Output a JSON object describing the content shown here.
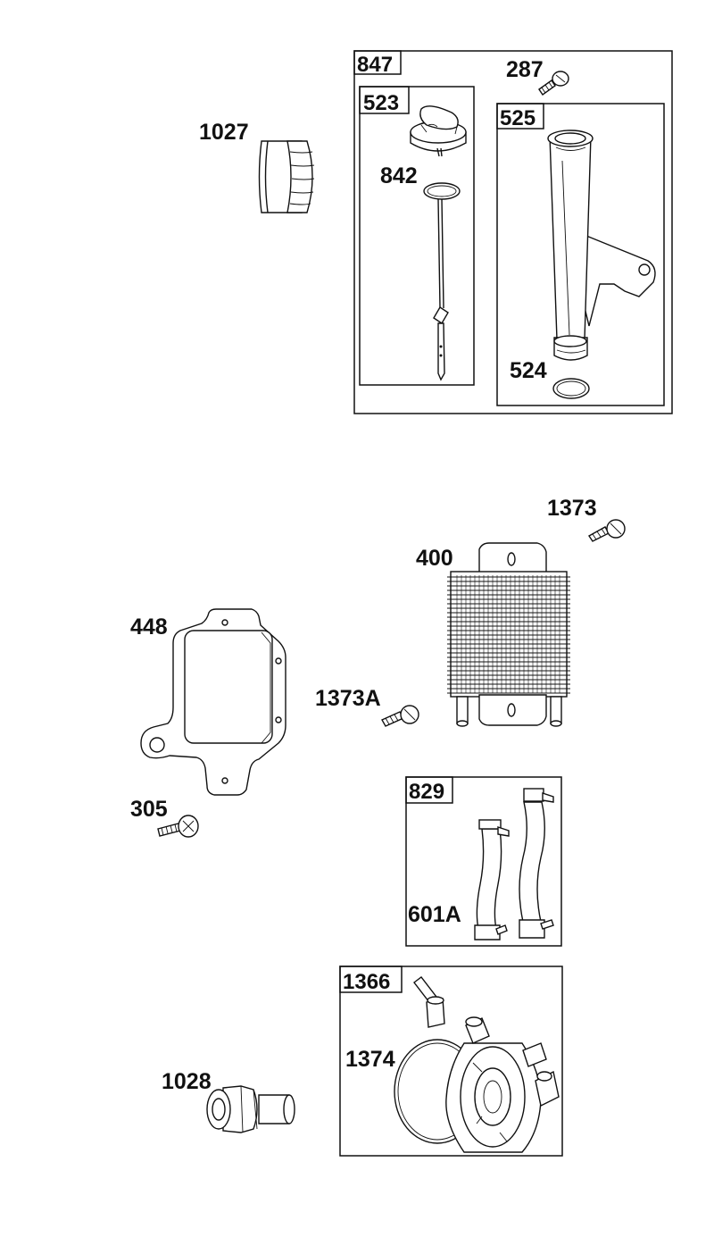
{
  "parts": {
    "p1027": "1027",
    "p847": "847",
    "p287": "287",
    "p523": "523",
    "p525": "525",
    "p842": "842",
    "p524": "524",
    "p1373": "1373",
    "p400": "400",
    "p448": "448",
    "p1373A": "1373A",
    "p305": "305",
    "p829": "829",
    "p601A": "601A",
    "p1366": "1366",
    "p1374": "1374",
    "p1028": "1028"
  },
  "colors": {
    "line": "#111111",
    "background": "#ffffff"
  }
}
